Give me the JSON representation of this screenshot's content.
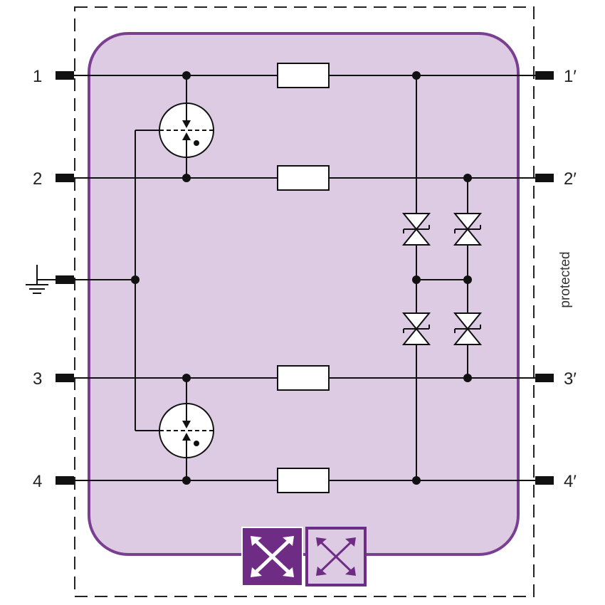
{
  "terminals_left": [
    "1",
    "2",
    "3",
    "4"
  ],
  "terminals_right": [
    "1′",
    "2′",
    "3′",
    "4′"
  ],
  "side_label": "protected",
  "colors": {
    "module_fill": "#dccbe2",
    "module_border": "#7b3f91",
    "icon_fill": "#6e2c84",
    "line": "#111111"
  },
  "icons": [
    "ground-icon",
    "gas-discharge-tube-icon",
    "tvs-diode-icon",
    "resistor-icon",
    "module-logo-icon"
  ]
}
